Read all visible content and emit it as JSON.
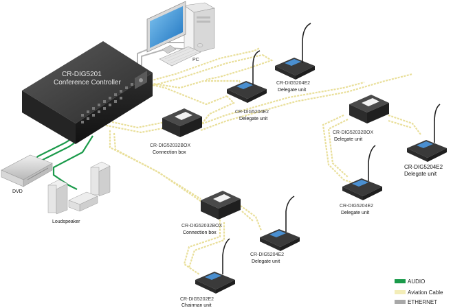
{
  "controller": {
    "model": "CR-DIG5201",
    "name": "Conference  Controller"
  },
  "pc": {
    "label": "PC"
  },
  "dvd": {
    "label": "DVD"
  },
  "loudspeaker": {
    "label": "Loudspeaker"
  },
  "connection_boxes": [
    {
      "model": "CR-DIG52032BOX",
      "name": "Connection box"
    },
    {
      "model": "CR-DIG52032BOX",
      "name": "Delegate unit"
    },
    {
      "model": "CR-DIG52032BOX",
      "name": "Connection box"
    }
  ],
  "units": [
    {
      "model": "CR-DIG5204E2",
      "name": "Delegate unit"
    },
    {
      "model": "CR-DIG5204E2",
      "name": "Delegate unit"
    },
    {
      "model": "CR-DIG5204E2",
      "name": "Delegate unit"
    },
    {
      "model": "CR-DIG5204E2",
      "name": "Delegate unit"
    },
    {
      "model": "CR-DIG5204E2",
      "name": "Delegate unit"
    },
    {
      "model": "CR-DIG5202E2",
      "name": "Chairman unit"
    }
  ],
  "legend": [
    {
      "label": "AUDIO",
      "color": "#1a9a4a"
    },
    {
      "label": "Aviation Cable",
      "color": "#f3edb8"
    },
    {
      "label": "ETHERNET",
      "color": "#a8a8a8"
    }
  ],
  "colors": {
    "audio": "#1a9a4a",
    "aviation": "#e9df9a",
    "ethernet": "#a8a8a8",
    "device": "#3a3a3a"
  }
}
